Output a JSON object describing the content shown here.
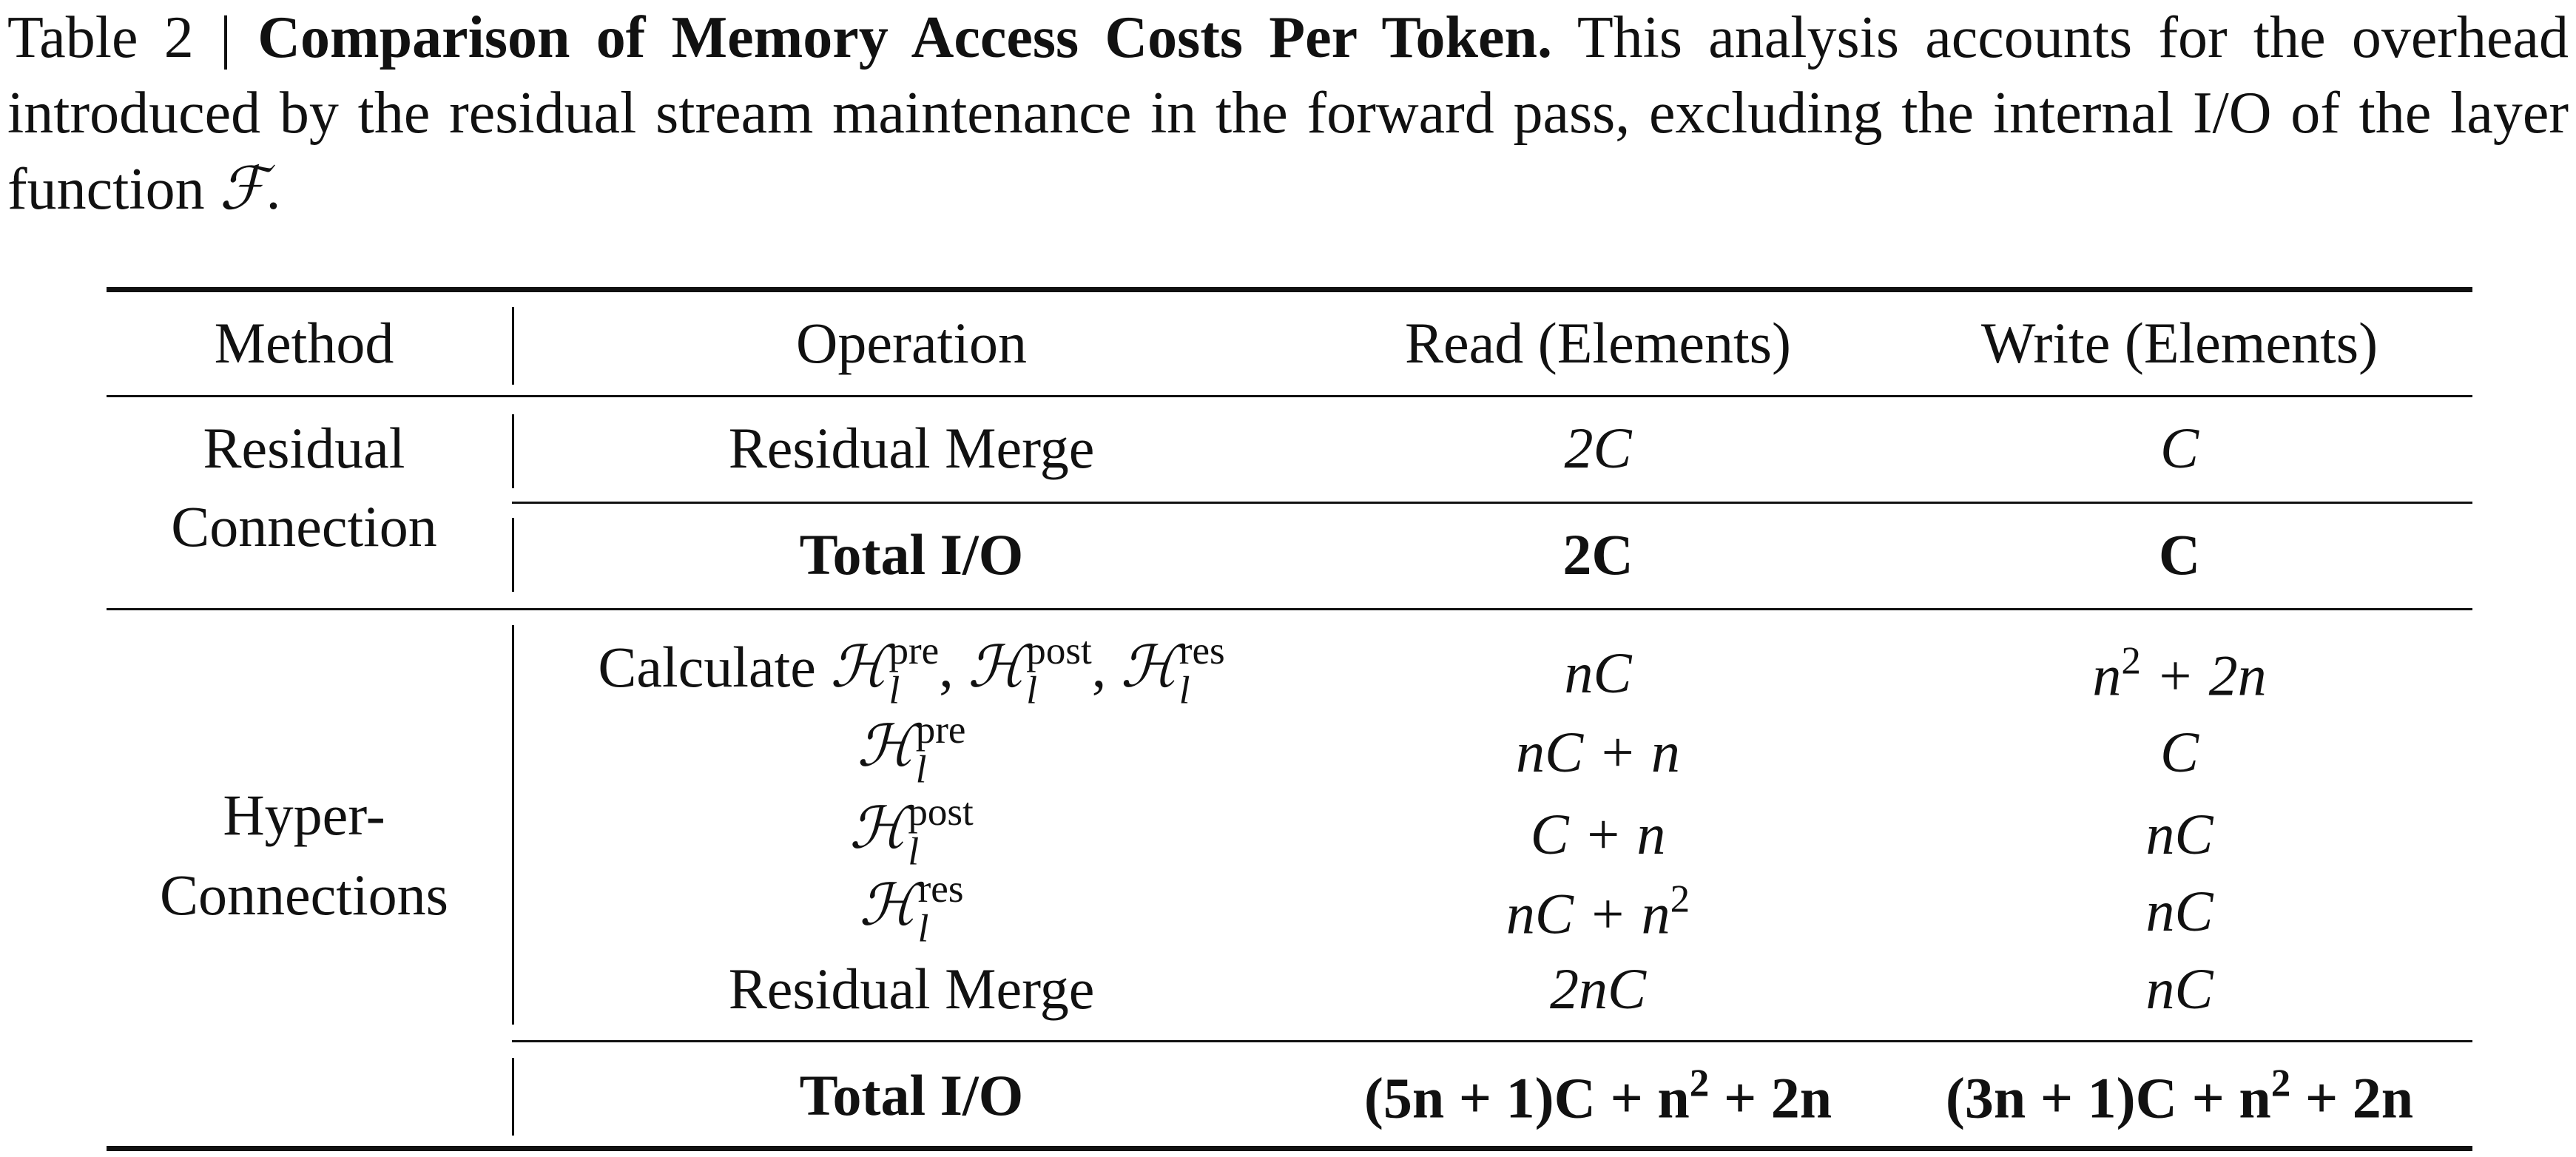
{
  "caption": {
    "label": "Table 2 | ",
    "title": "Comparison of Memory Access Costs Per Token.",
    "text": " This analysis accounts for the overhead introduced by the residual stream maintenance in the forward pass, excluding the internal I/O of the layer function ",
    "symbol": "ℱ",
    "end": "."
  },
  "table": {
    "headers": [
      "Method",
      "Operation",
      "Read (Elements)",
      "Write (Elements)"
    ],
    "groups": [
      {
        "method": [
          "Residual",
          "Connection"
        ],
        "rows": [
          {
            "op": {
              "label": "Residual Merge",
              "terms": []
            },
            "read": "2C",
            "write": "C"
          },
          {
            "op": {
              "label": "Total I/O",
              "terms": []
            },
            "read": "2C",
            "write": "C",
            "total": true
          }
        ]
      },
      {
        "method": [
          "Hyper-",
          "Connections"
        ],
        "rows": [
          {
            "op": {
              "label": "Calculate ",
              "terms": [
                {
                  "sym": "ℋ",
                  "sub": "l",
                  "sup": "pre"
                },
                {
                  "sym": "ℋ",
                  "sub": "l",
                  "sup": "post"
                },
                {
                  "sym": "ℋ",
                  "sub": "l",
                  "sup": "res"
                }
              ]
            },
            "read": "nC",
            "write": "n² + 2n"
          },
          {
            "op": {
              "label": "",
              "terms": [
                {
                  "sym": "ℋ",
                  "sub": "l",
                  "sup": "pre"
                }
              ]
            },
            "read": "nC + n",
            "write": "C"
          },
          {
            "op": {
              "label": "",
              "terms": [
                {
                  "sym": "ℋ",
                  "sub": "l",
                  "sup": "post"
                }
              ]
            },
            "read": "C + n",
            "write": "nC"
          },
          {
            "op": {
              "label": "",
              "terms": [
                {
                  "sym": "ℋ",
                  "sub": "l",
                  "sup": "res"
                }
              ]
            },
            "read": "nC + n²",
            "write": "nC"
          },
          {
            "op": {
              "label": "Residual Merge",
              "terms": []
            },
            "read": "2nC",
            "write": "nC"
          },
          {
            "op": {
              "label": "Total I/O",
              "terms": []
            },
            "read": "(5n + 1)C + n² + 2n",
            "write": "(3n + 1)C + n² + 2n",
            "total": true
          }
        ]
      }
    ]
  }
}
